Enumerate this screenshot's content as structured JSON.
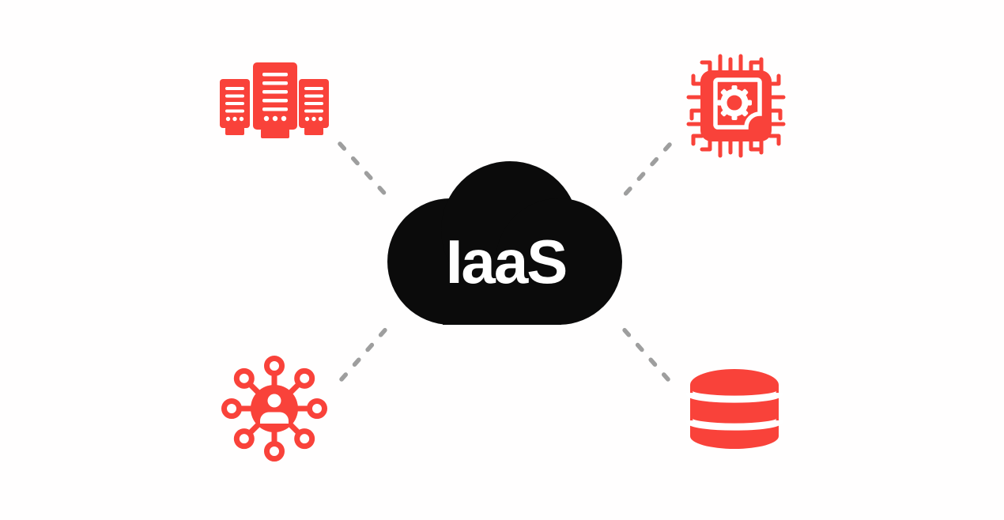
{
  "page": {
    "background_color": "#fffefe"
  },
  "diagram": {
    "type": "hub-and-spoke",
    "center": {
      "label": "IaaS",
      "shape": "cloud",
      "fill_color": "#0b0b0b",
      "label_color": "#ffffff"
    },
    "accent_color": "#f9423a",
    "connector": {
      "style": "dashed",
      "color": "#9e9e9e"
    },
    "nodes": [
      {
        "name": "servers",
        "icon": "server-rack-icon",
        "position": "top-left"
      },
      {
        "name": "processor",
        "icon": "cpu-chip-icon",
        "position": "top-right"
      },
      {
        "name": "user-network",
        "icon": "user-network-icon",
        "position": "bottom-left"
      },
      {
        "name": "database",
        "icon": "database-icon",
        "position": "bottom-right"
      }
    ],
    "connectors": [
      {
        "from": "servers",
        "to": "cloud"
      },
      {
        "from": "processor",
        "to": "cloud"
      },
      {
        "from": "user-network",
        "to": "cloud"
      },
      {
        "from": "database",
        "to": "cloud"
      }
    ]
  }
}
